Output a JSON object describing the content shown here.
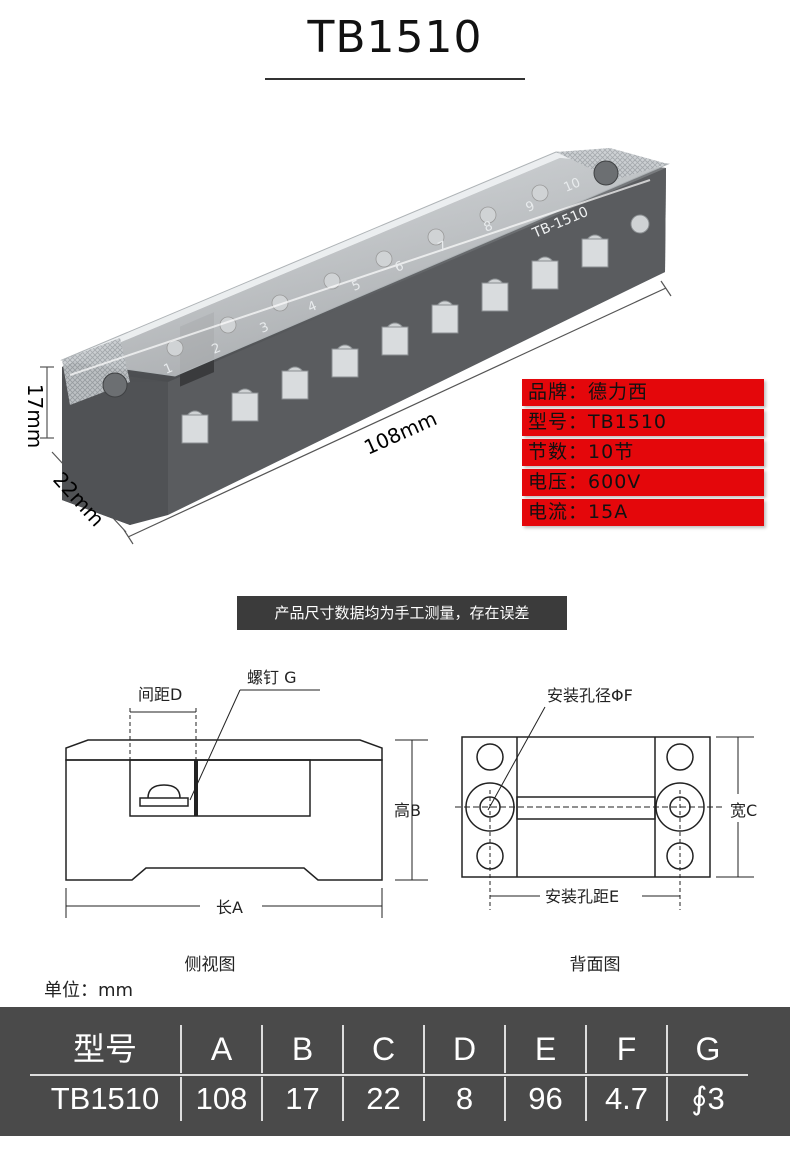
{
  "title": "TB1510",
  "photo": {
    "dim_length": "108mm",
    "dim_height": "17mm",
    "dim_width": "22mm",
    "block_marking": "TB-1510",
    "terminal_numbers": [
      "1",
      "2",
      "3",
      "4",
      "5",
      "6",
      "7",
      "8",
      "9",
      "10"
    ]
  },
  "spec": [
    {
      "label": "品牌：",
      "value": "德力西"
    },
    {
      "label": "型号：",
      "value": "TB1510"
    },
    {
      "label": "节数：",
      "value": "10节"
    },
    {
      "label": "电压：",
      "value": "600V"
    },
    {
      "label": "电流：",
      "value": "15A"
    }
  ],
  "note": "产品尺寸数据均为手工测量，存在误差",
  "drawing": {
    "spacing_d": "间距D",
    "screw_g": "螺钉 G",
    "height_b": "高B",
    "length_a": "长A",
    "hole_diameter_f": "安装孔径ΦF",
    "width_c": "宽C",
    "hole_spacing_e": "安装孔距E",
    "side_view": "侧视图",
    "back_view": "背面图"
  },
  "unit": "单位：mm",
  "table": {
    "headers": [
      "型号",
      "A",
      "B",
      "C",
      "D",
      "E",
      "F",
      "G"
    ],
    "values": [
      "TB1510",
      "108",
      "17",
      "22",
      "8",
      "96",
      "4.7",
      "∮3"
    ]
  },
  "colors": {
    "spec_red": "#e4070b",
    "housing_gray": "#56585a",
    "table_bg": "#4a4a4a",
    "note_bg": "#3b3b3b"
  }
}
